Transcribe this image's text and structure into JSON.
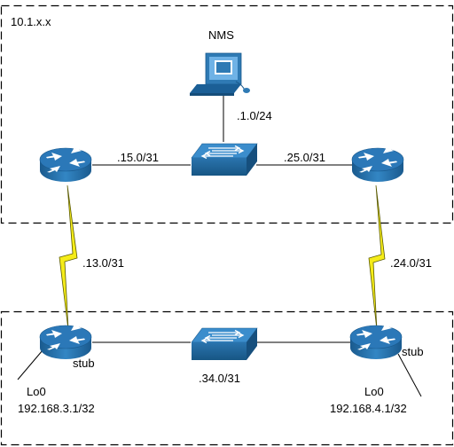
{
  "areas": {
    "top": {
      "label": "10.1.x.x"
    },
    "bottom": {
      "label": ""
    }
  },
  "nodes": {
    "nms": {
      "label": "NMS",
      "icon": "workstation-icon"
    },
    "router_top_left": {
      "icon": "router-icon"
    },
    "router_top_right": {
      "icon": "router-icon"
    },
    "router_bottom_left": {
      "icon": "router-icon",
      "tag": "stub"
    },
    "router_bottom_right": {
      "icon": "router-icon",
      "tag": "stub"
    },
    "switch_top": {
      "icon": "switch-icon"
    },
    "switch_bottom": {
      "icon": "switch-icon"
    }
  },
  "links": {
    "nms_switch": ".1.0/24",
    "r1_switch": ".15.0/31",
    "r2_switch": ".25.0/31",
    "r1_r3_serial": ".13.0/31",
    "r2_r4_serial": ".24.0/31",
    "bottom_switch": ".34.0/31"
  },
  "loopbacks": {
    "left": {
      "name": "Lo0",
      "address": "192.168.3.1/32"
    },
    "right": {
      "name": "Lo0",
      "address": "192.168.4.1/32"
    }
  },
  "colors": {
    "router_body": "#2f7ab4",
    "router_top": "#1b5f96",
    "switch_body": "#2f7ab4",
    "serial_link": "#f5ec19",
    "boundary": "#000000"
  }
}
